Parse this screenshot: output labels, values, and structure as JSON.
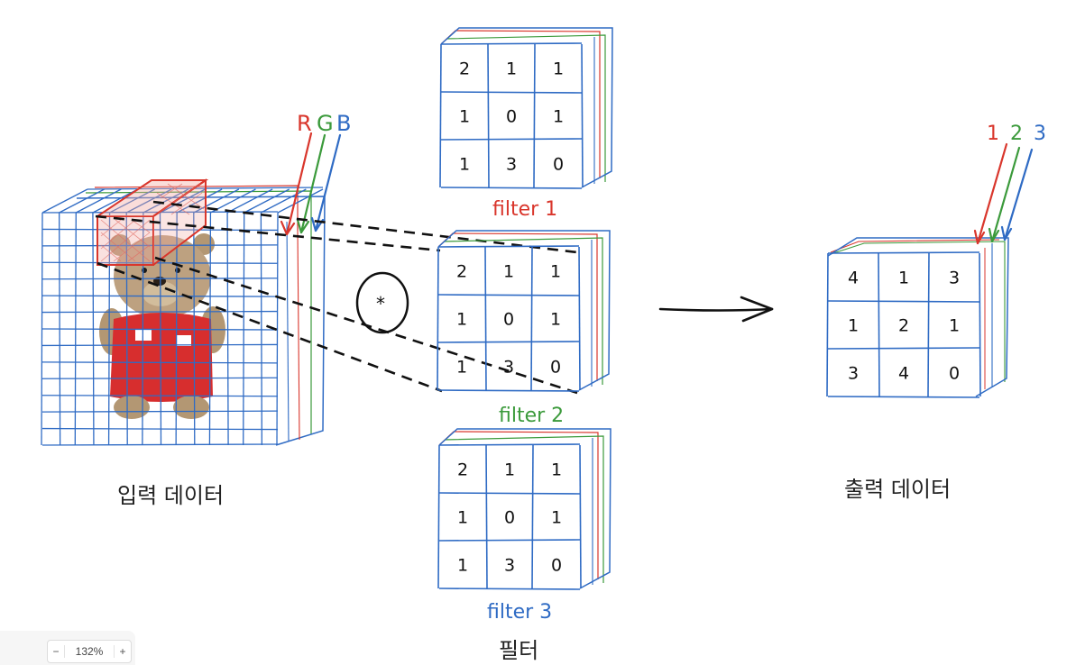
{
  "input": {
    "label": "입력 데이터",
    "rgb_labels": [
      "R",
      "G",
      "B"
    ]
  },
  "operator": "*",
  "filters": [
    {
      "name": "filter 1",
      "color": "#d9362c",
      "values": [
        [
          "2",
          "1",
          "1"
        ],
        [
          "1",
          "0",
          "1"
        ],
        [
          "1",
          "3",
          "0"
        ]
      ]
    },
    {
      "name": "filter 2",
      "color": "#3b9a3b",
      "values": [
        [
          "2",
          "1",
          "1"
        ],
        [
          "1",
          "0",
          "1"
        ],
        [
          "1",
          "3",
          "0"
        ]
      ]
    },
    {
      "name": "filter 3",
      "color": "#2f6bc4",
      "values": [
        [
          "2",
          "1",
          "1"
        ],
        [
          "1",
          "0",
          "1"
        ],
        [
          "1",
          "3",
          "0"
        ]
      ]
    }
  ],
  "filters_label": "필터",
  "output": {
    "label": "출력 데이터",
    "channel_labels": [
      "1",
      "2",
      "3"
    ],
    "values": [
      [
        "4",
        "1",
        "3"
      ],
      [
        "1",
        "2",
        "1"
      ],
      [
        "3",
        "4",
        "0"
      ]
    ]
  },
  "zoom": {
    "value": "132%",
    "minus": "−",
    "plus": "+"
  },
  "colors": {
    "red": "#d9362c",
    "green": "#3b9a3b",
    "blue": "#2f6bc4",
    "ink": "#111111"
  }
}
